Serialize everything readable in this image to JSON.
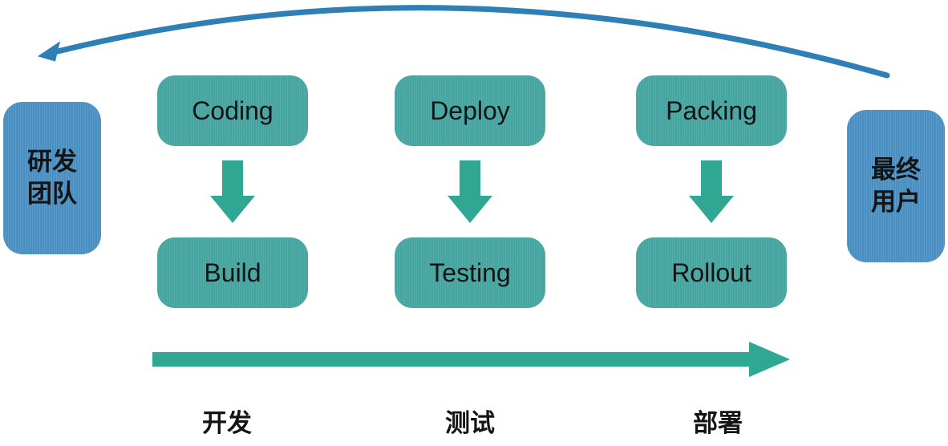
{
  "diagram": {
    "left_entity": {
      "line1": "研发",
      "line2": "团队"
    },
    "right_entity": {
      "line1": "最终",
      "line2": "用户"
    },
    "columns": [
      {
        "top": "Coding",
        "bottom": "Build",
        "stage": "开发"
      },
      {
        "top": "Deploy",
        "bottom": "Testing",
        "stage": "测试"
      },
      {
        "top": "Packing",
        "bottom": "Rollout",
        "stage": "部署"
      }
    ],
    "colors": {
      "entity_blue": "#4a8fc2",
      "process_teal": "#46a5a0",
      "arrow_green": "#2fa793",
      "feedback_blue": "#2d7fb6",
      "text_dark": "#141414"
    }
  }
}
